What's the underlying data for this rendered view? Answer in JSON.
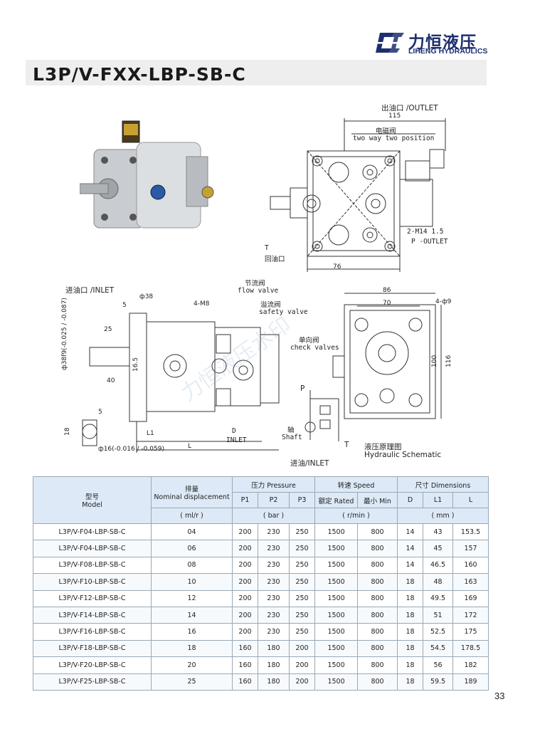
{
  "brand": {
    "name_cn": "力恒液压",
    "name_en": "LIHENG HYDRAULICS",
    "color": "#1d2f6e"
  },
  "title": "L3P/V-FXX-LBP-SB-C",
  "top_view": {
    "outlet_label": "出油口  /OUTLET",
    "dim_width": "115",
    "solenoid_cn": "电磁阀",
    "solenoid_en": "two way two position",
    "port_label": "2-M14 1.5",
    "p_outlet": "P -OUTLET",
    "t_label": "T",
    "return_port": "回油口",
    "dim_bottom": "76"
  },
  "side_view": {
    "inlet_label": "进油口  /INLET",
    "dim_5": "5",
    "dim_38": "ф38",
    "dim_m8": "4-M8",
    "throttle_cn": "节流阀",
    "throttle_en": "flow valve",
    "relief_cn": "溢流阀",
    "relief_en": "safety valve",
    "check_cn": "单向阀",
    "check_en": "check valves",
    "dim_25": "25",
    "dim_38_tol": "ф38f9(-0.025 / -0.087)",
    "dim_16_5": "16.5",
    "dim_40": "40",
    "dim_shaft_5": "5",
    "dim_18": "18",
    "dim_16_tol": "ф16(-0.016 / -0.059)",
    "l1": "L1",
    "l": "L",
    "d": "D",
    "inlet": "INLET"
  },
  "front_view": {
    "dim_86": "86",
    "dim_70": "70",
    "dim_4_9": "4-ф9",
    "dim_100": "100",
    "dim_116": "116"
  },
  "schematic": {
    "p": "P",
    "shaft_cn": "轴",
    "shaft_en": "Shaft",
    "t": "T",
    "title_cn": "液压原理图",
    "title_en": "Hydraulic Schematic",
    "inlet": "进油/INLET"
  },
  "table": {
    "headers": {
      "model_cn": "型号",
      "model_en": "Model",
      "disp_cn": "排量",
      "disp_en": "Nominal displacement",
      "disp_unit": "( ml/r )",
      "pressure": "压力 Pressure",
      "p1": "P1",
      "p2": "P2",
      "p3": "P3",
      "pressure_unit": "( bar )",
      "speed": "转速 Speed",
      "rated": "额定 Rated",
      "min": "最小 Min",
      "speed_unit": "( r/min )",
      "dims": "尺寸 Dimensions",
      "d": "D",
      "l1": "L1",
      "l": "L",
      "dims_unit": "( mm )"
    },
    "rows": [
      {
        "model": "L3P/V-F04-LBP-SB-C",
        "disp": "04",
        "p1": "200",
        "p2": "230",
        "p3": "250",
        "rated": "1500",
        "min": "800",
        "d": "14",
        "l1": "43",
        "l": "153.5"
      },
      {
        "model": "L3P/V-F04-LBP-SB-C",
        "disp": "06",
        "p1": "200",
        "p2": "230",
        "p3": "250",
        "rated": "1500",
        "min": "800",
        "d": "14",
        "l1": "45",
        "l": "157"
      },
      {
        "model": "L3P/V-F08-LBP-SB-C",
        "disp": "08",
        "p1": "200",
        "p2": "230",
        "p3": "250",
        "rated": "1500",
        "min": "800",
        "d": "14",
        "l1": "46.5",
        "l": "160"
      },
      {
        "model": "L3P/V-F10-LBP-SB-C",
        "disp": "10",
        "p1": "200",
        "p2": "230",
        "p3": "250",
        "rated": "1500",
        "min": "800",
        "d": "18",
        "l1": "48",
        "l": "163"
      },
      {
        "model": "L3P/V-F12-LBP-SB-C",
        "disp": "12",
        "p1": "200",
        "p2": "230",
        "p3": "250",
        "rated": "1500",
        "min": "800",
        "d": "18",
        "l1": "49.5",
        "l": "169"
      },
      {
        "model": "L3P/V-F14-LBP-SB-C",
        "disp": "14",
        "p1": "200",
        "p2": "230",
        "p3": "250",
        "rated": "1500",
        "min": "800",
        "d": "18",
        "l1": "51",
        "l": "172"
      },
      {
        "model": "L3P/V-F16-LBP-SB-C",
        "disp": "16",
        "p1": "200",
        "p2": "230",
        "p3": "250",
        "rated": "1500",
        "min": "800",
        "d": "18",
        "l1": "52.5",
        "l": "175"
      },
      {
        "model": "L3P/V-F18-LBP-SB-C",
        "disp": "18",
        "p1": "160",
        "p2": "180",
        "p3": "200",
        "rated": "1500",
        "min": "800",
        "d": "18",
        "l1": "54.5",
        "l": "178.5"
      },
      {
        "model": "L3P/V-F20-LBP-SB-C",
        "disp": "20",
        "p1": "160",
        "p2": "180",
        "p3": "200",
        "rated": "1500",
        "min": "800",
        "d": "18",
        "l1": "56",
        "l": "182"
      },
      {
        "model": "L3P/V-F25-LBP-SB-C",
        "disp": "25",
        "p1": "160",
        "p2": "180",
        "p3": "200",
        "rated": "1500",
        "min": "800",
        "d": "18",
        "l1": "59.5",
        "l": "189"
      }
    ]
  },
  "page_number": "33",
  "watermark": "力恒液压水印"
}
